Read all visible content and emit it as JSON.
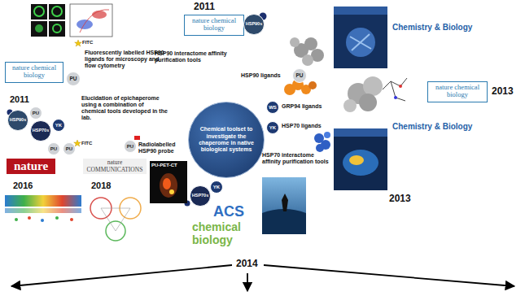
{
  "diagram": {
    "nodes": [
      {
        "text": [
          "nature chemical biology"
        ]
      },
      {
        "text": [
          "HSP90s"
        ]
      },
      {
        "text": [
          "nature chemical biology"
        ]
      },
      {
        "text": [
          "PU"
        ]
      },
      {
        "text": [
          "nature chemical biology"
        ]
      },
      {
        "text": [
          "PU"
        ]
      },
      {
        "text": [
          "WS"
        ]
      },
      {
        "text": [
          "Chemical toolset to investigate the chaperome in native biological systems"
        ]
      },
      {
        "text": [
          "HSP90s"
        ]
      },
      {
        "text": [
          "PU"
        ]
      },
      {
        "text": [
          "HSP70s"
        ]
      },
      {
        "text": [
          "YK"
        ]
      },
      {
        "text": [
          "YK"
        ]
      },
      {
        "text": [
          "PU"
        ]
      },
      {
        "text": [
          "PU"
        ]
      },
      {
        "text": [
          "PU"
        ]
      },
      {
        "text": [
          "YK"
        ]
      },
      {
        "text": [
          "HSP70s"
        ]
      }
    ],
    "labels": [
      "2011",
      "Fluorescently labelled HSP90 ligands for microscopy and flow cytometry",
      "FITC",
      "HSP90 interactome affinity purification tools",
      "HSP90 ligands",
      "Chemistry & Biology",
      "2011",
      "Elucidation of epichaperome using a combination of chemical tools developed in the lab.",
      "GRP94 ligands",
      "2013",
      "HSP70 ligands",
      "Chemistry & Biology",
      "FITC",
      "Radiolabelled HSP90 probe",
      "HSP70 interactome affinity purification tools",
      "nature",
      "nature COMMUNICATIONS",
      "PU-PET-CT",
      "2016",
      "2018",
      "2013",
      "ACS",
      "chemical biology",
      "2014"
    ]
  }
}
